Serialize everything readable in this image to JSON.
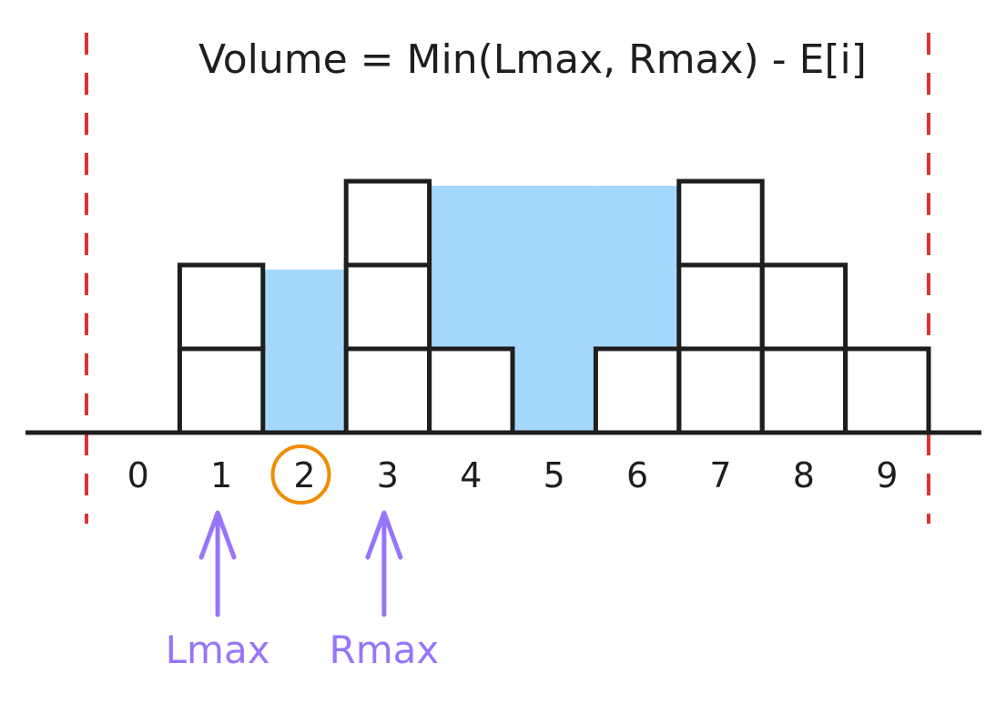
{
  "formula": "Volume = Min(Lmax, Rmax) - E[i]",
  "heights": [
    0,
    2,
    0,
    3,
    1,
    0,
    1,
    3,
    2,
    1
  ],
  "water": [
    0,
    0,
    2,
    0,
    2,
    3,
    2,
    0,
    0,
    0
  ],
  "indices": [
    "0",
    "1",
    "2",
    "3",
    "4",
    "5",
    "6",
    "7",
    "8",
    "9"
  ],
  "highlighted_index": 2,
  "pointers": [
    {
      "label": "Lmax",
      "index": 1
    },
    {
      "label": "Rmax",
      "index": 3
    }
  ],
  "colors": {
    "block_stroke": "#1e1e1e",
    "water": "#a5d8ff",
    "boundary": "#e03131",
    "highlight": "#f08c00",
    "pointer": "#9775fa",
    "text": "#1e1e1e"
  }
}
